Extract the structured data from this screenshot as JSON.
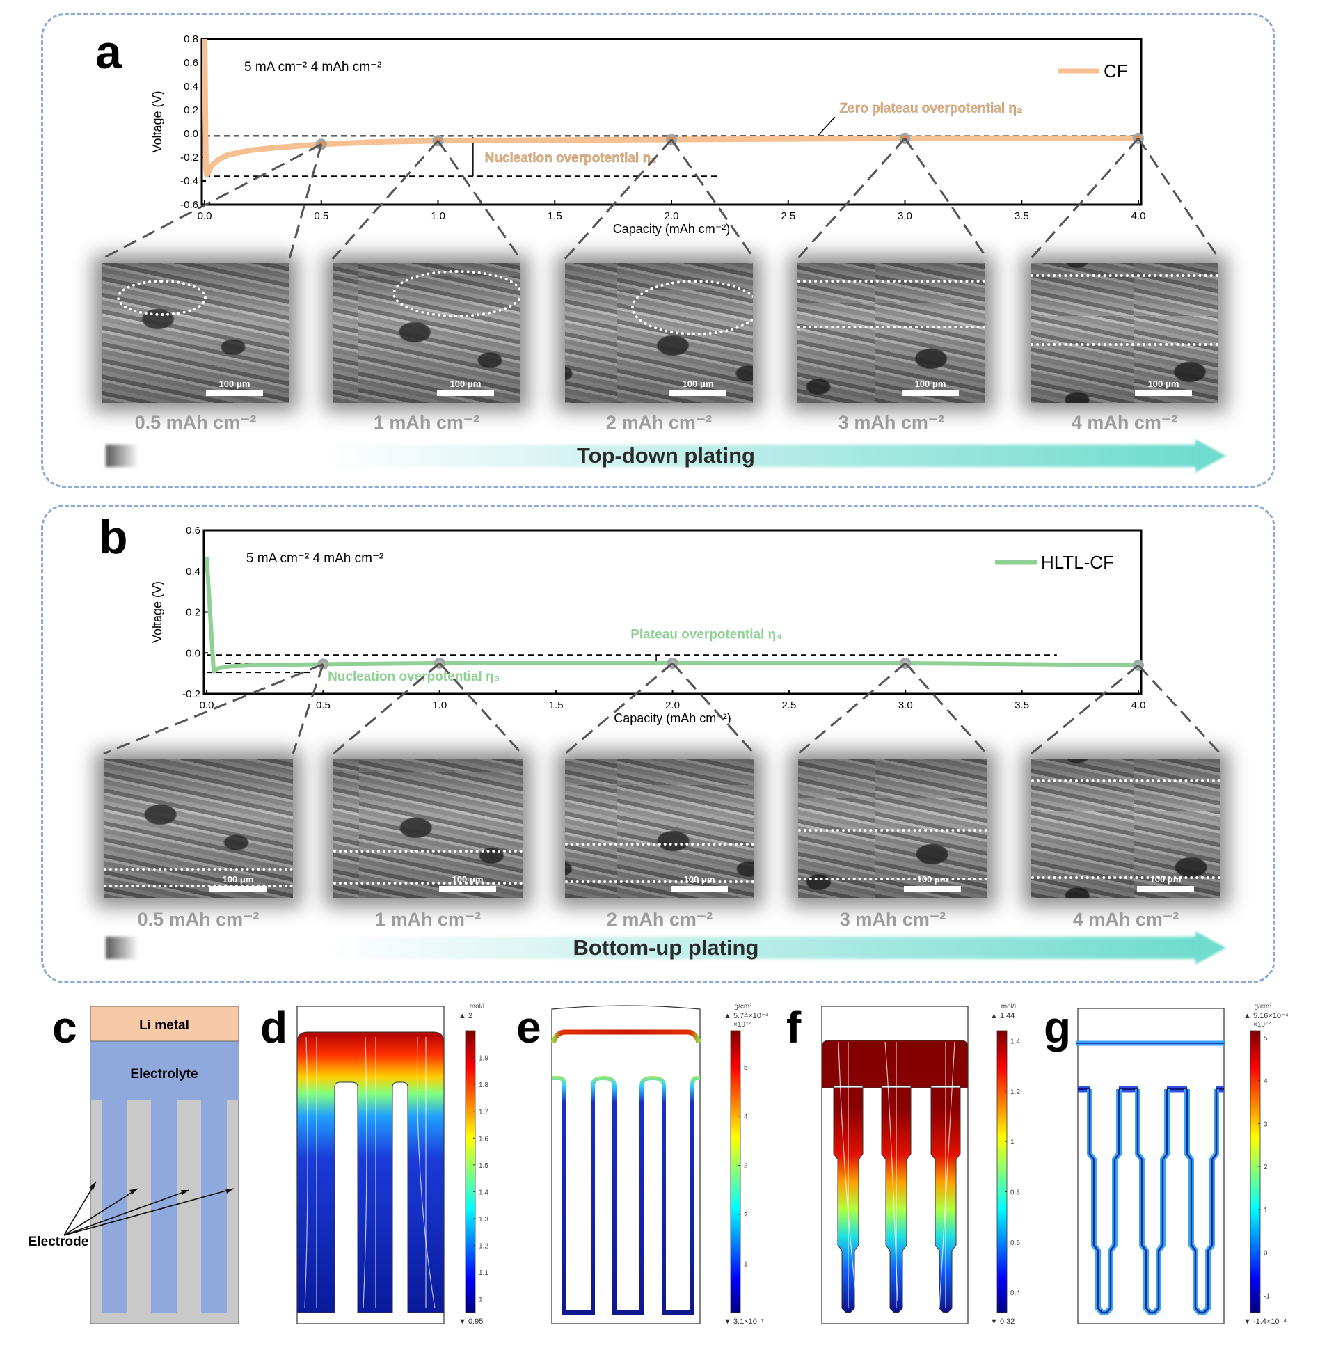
{
  "panel_labels": {
    "a": "a",
    "b": "b",
    "c": "c",
    "d": "d",
    "e": "e",
    "f": "f",
    "g": "g"
  },
  "chart_data": [
    {
      "panel": "a",
      "type": "line",
      "title": "",
      "xlabel": "Capacity (mAh cm⁻²)",
      "ylabel": "Voltage (V)",
      "xlim": [
        0,
        4
      ],
      "ylim": [
        -0.6,
        0.8
      ],
      "xticks": [
        "0.0",
        "0.5",
        "1.0",
        "1.5",
        "2.0",
        "2.5",
        "3.0",
        "3.5",
        "4.0"
      ],
      "yticks": [
        "-0.6",
        "-0.4",
        "-0.2",
        "0.0",
        "0.2",
        "0.4",
        "0.6",
        "0.8"
      ],
      "grid": false,
      "legend_position": "top-right",
      "conditions": "5 mA cm⁻²   4 mAh cm⁻²",
      "series": [
        {
          "name": "CF",
          "color": "#f6c093",
          "x": [
            0,
            0.003,
            0.006,
            0.01,
            0.03,
            0.06,
            0.1,
            0.2,
            0.3,
            0.5,
            0.75,
            1,
            1.5,
            2,
            2.5,
            3,
            3.5,
            4
          ],
          "y": [
            0.8,
            0.2,
            -0.3,
            -0.35,
            -0.27,
            -0.22,
            -0.18,
            -0.14,
            -0.12,
            -0.09,
            -0.07,
            -0.06,
            -0.055,
            -0.05,
            -0.045,
            -0.04,
            -0.04,
            -0.04
          ]
        }
      ],
      "markers": {
        "x": [
          0.5,
          1,
          2,
          3,
          4
        ],
        "y": [
          -0.09,
          -0.06,
          -0.05,
          -0.04,
          -0.04
        ]
      },
      "reference_lines": [
        {
          "y": -0.02,
          "x": [
            0,
            4
          ]
        },
        {
          "y": -0.36,
          "x": [
            0,
            2.2
          ]
        }
      ],
      "overpotential_arrow": {
        "x": 1.15,
        "y": [
          -0.03,
          -0.36
        ]
      },
      "annotations": [
        {
          "text": "Zero plateau overpotential η₂",
          "x": 2.72,
          "y": 0.18,
          "color": "#e2b185"
        },
        {
          "text": "Nucleation overpotential η₁",
          "x": 1.2,
          "y": -0.24,
          "color": "#e2b185"
        }
      ]
    },
    {
      "panel": "b",
      "type": "line",
      "title": "",
      "xlabel": "Capacity (mAh cm⁻²)",
      "ylabel": "Voltage (V)",
      "xlim": [
        0,
        4
      ],
      "ylim": [
        -0.2,
        0.6
      ],
      "xticks": [
        "0.0",
        "0.5",
        "1.0",
        "1.5",
        "2.0",
        "2.5",
        "3.0",
        "3.5",
        "4.0"
      ],
      "yticks": [
        "-0.2",
        "0.0",
        "0.2",
        "0.4",
        "0.6"
      ],
      "grid": false,
      "legend_position": "top-right",
      "conditions": "5 mA cm⁻²   4 mAh cm⁻²",
      "series": [
        {
          "name": "HLTL-CF",
          "color": "#8fd094",
          "x": [
            0,
            0.03,
            0.05,
            0.1,
            0.2,
            0.5,
            1,
            2,
            3,
            3.5,
            4
          ],
          "y": [
            0.47,
            -0.09,
            -0.075,
            -0.065,
            -0.06,
            -0.055,
            -0.05,
            -0.05,
            -0.05,
            -0.055,
            -0.06
          ]
        }
      ],
      "markers": {
        "x": [
          0.5,
          1,
          2,
          3,
          4
        ],
        "y": [
          -0.055,
          -0.05,
          -0.05,
          -0.05,
          -0.06
        ]
      },
      "reference_lines": [
        {
          "y": -0.01,
          "x": [
            0,
            3.65
          ]
        },
        {
          "y": -0.05,
          "x": [
            0.08,
            3.0
          ]
        },
        {
          "y": -0.095,
          "x": [
            0,
            0.45
          ]
        }
      ],
      "overpotential_arrow": {
        "x": 1.93,
        "y": [
          -0.01,
          -0.05
        ]
      },
      "annotations": [
        {
          "text": "Plateau overpotential η₄",
          "x": 1.82,
          "y": 0.07,
          "color": "#8fd094"
        },
        {
          "text": "Nucleation overpotential η₃",
          "x": 0.52,
          "y": -0.135,
          "color": "#8fd094"
        }
      ]
    }
  ],
  "sem_a": {
    "images": [
      {
        "label": "0.5 mAh cm⁻²",
        "scale": "100 μm"
      },
      {
        "label": "1 mAh cm⁻²",
        "scale": "100 μm"
      },
      {
        "label": "2 mAh cm⁻²",
        "scale": "100 μm"
      },
      {
        "label": "3 mAh cm⁻²",
        "scale": "100 μm"
      },
      {
        "label": "4 mAh cm⁻²",
        "scale": "100 μm"
      }
    ],
    "arrow_label": "Top-down plating"
  },
  "sem_b": {
    "images": [
      {
        "label": "0.5 mAh cm⁻²",
        "scale": "100 μm"
      },
      {
        "label": "1 mAh cm⁻²",
        "scale": "100 μm"
      },
      {
        "label": "2 mAh cm⁻²",
        "scale": "100 μm"
      },
      {
        "label": "3 mAh cm⁻²",
        "scale": "100 μm"
      },
      {
        "label": "4 mAh cm⁻²",
        "scale": "100 μm"
      }
    ],
    "arrow_label": "Bottom-up plating"
  },
  "schematic_c": {
    "li_metal": "Li metal",
    "electrolyte": "Electrolyte",
    "electrode": "Electrode",
    "colors": {
      "li": "#f8c9a7",
      "electrolyte": "#8fa9dc",
      "background": "#c9c9c9"
    }
  },
  "colorbars": [
    {
      "panel": "d",
      "unit": "mol/L",
      "max_label": "▲ 2",
      "multiplier": "",
      "min_label": "▼ 0.95",
      "min": 0.95,
      "max": 2,
      "ticks": [
        {
          "v": 1.9,
          "t": "1.9"
        },
        {
          "v": 1.8,
          "t": "1.8"
        },
        {
          "v": 1.7,
          "t": "1.7"
        },
        {
          "v": 1.6,
          "t": "1.6"
        },
        {
          "v": 1.5,
          "t": "1.5"
        },
        {
          "v": 1.4,
          "t": "1.4"
        },
        {
          "v": 1.3,
          "t": "1.3"
        },
        {
          "v": 1.2,
          "t": "1.2"
        },
        {
          "v": 1.1,
          "t": "1.1"
        },
        {
          "v": 1,
          "t": "1"
        }
      ]
    },
    {
      "panel": "e",
      "unit": "g/cm²",
      "max_label": "▲ 5.74×10⁻⁴",
      "multiplier": "×10⁻⁴",
      "min_label": "▼ 3.1×10⁻⁷",
      "min": 0.0031,
      "max": 5.74,
      "ticks": [
        {
          "v": 5,
          "t": "5"
        },
        {
          "v": 4,
          "t": "4"
        },
        {
          "v": 3,
          "t": "3"
        },
        {
          "v": 2,
          "t": "2"
        },
        {
          "v": 1,
          "t": "1"
        }
      ]
    },
    {
      "panel": "f",
      "unit": "mol/L",
      "max_label": "▲ 1.44",
      "multiplier": "",
      "min_label": "▼ 0.32",
      "min": 0.32,
      "max": 1.44,
      "ticks": [
        {
          "v": 1.4,
          "t": "1.4"
        },
        {
          "v": 1.2,
          "t": "1.2"
        },
        {
          "v": 1,
          "t": "1"
        },
        {
          "v": 0.8,
          "t": "0.8"
        },
        {
          "v": 0.6,
          "t": "0.6"
        },
        {
          "v": 0.4,
          "t": "0.4"
        }
      ]
    },
    {
      "panel": "g",
      "unit": "g/cm²",
      "max_label": "▲ 5.16×10⁻⁴",
      "multiplier": "×10⁻⁴",
      "min_label": "▼ -1.4×10⁻⁴",
      "min": -1.4,
      "max": 5.16,
      "ticks": [
        {
          "v": 5,
          "t": "5"
        },
        {
          "v": 4,
          "t": "4"
        },
        {
          "v": 3,
          "t": "3"
        },
        {
          "v": 2,
          "t": "2"
        },
        {
          "v": 1,
          "t": "1"
        },
        {
          "v": 0,
          "t": "0"
        },
        {
          "v": -1,
          "t": "-1"
        }
      ]
    }
  ]
}
